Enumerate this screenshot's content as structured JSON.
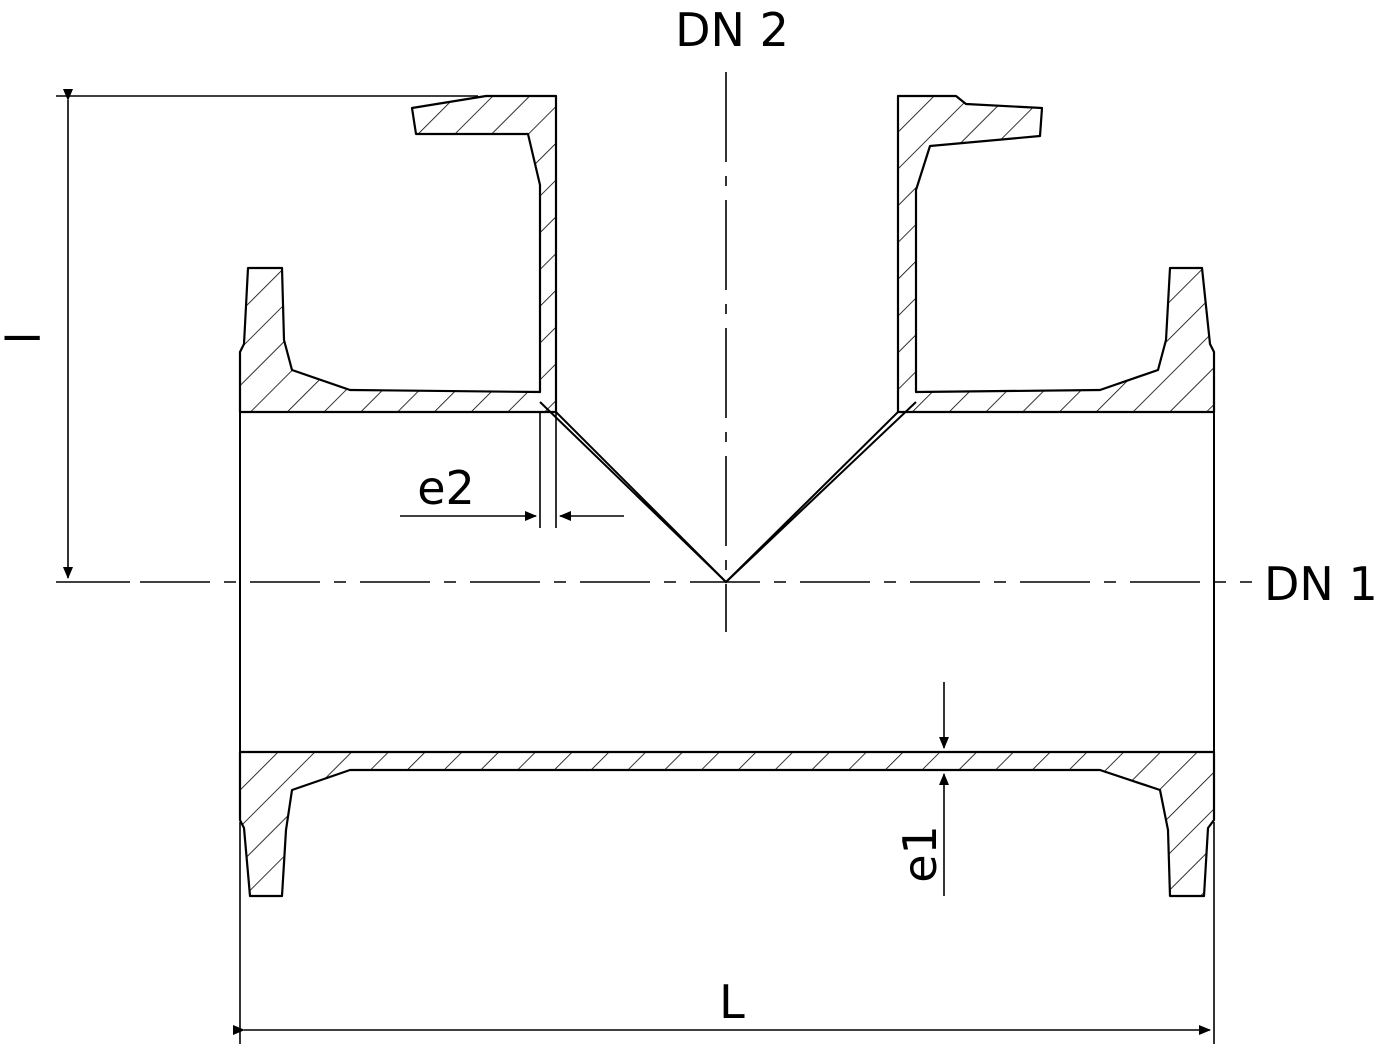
{
  "labels": {
    "dn2": "DN 2",
    "dn1": "DN 1",
    "e2": "e2",
    "e1": "e1",
    "l_height": "l",
    "L_length": "L"
  },
  "colors": {
    "ink": "#000000",
    "paper": "#ffffff"
  }
}
